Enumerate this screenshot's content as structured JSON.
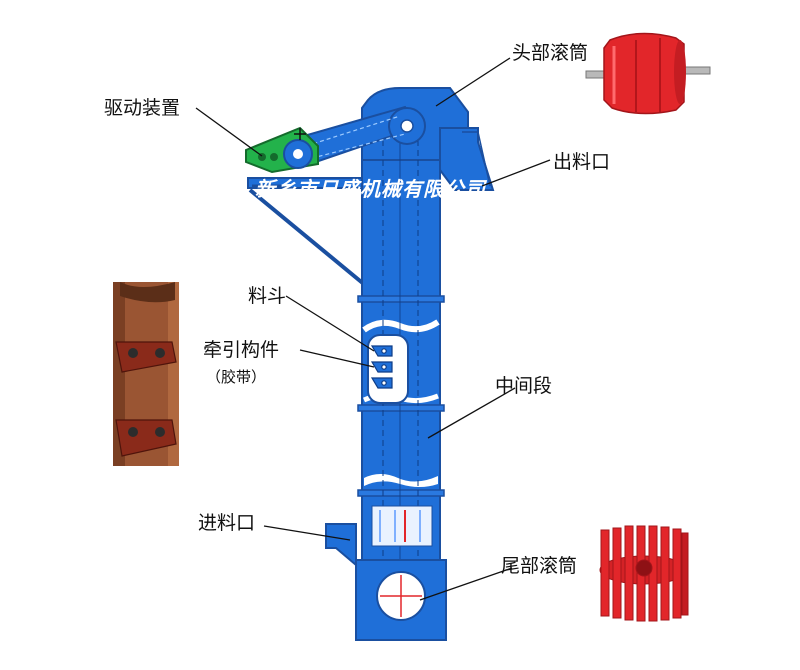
{
  "labels": {
    "head_pulley": "头部滚筒",
    "drive_unit": "驱动装置",
    "discharge": "出料口",
    "bucket": "料斗",
    "traction_member": "牵引构件",
    "traction_member_note": "（胶带）",
    "middle_section": "中间段",
    "inlet": "进料口",
    "tail_pulley": "尾部滚筒"
  },
  "watermark": "新乡市日盛机械有限公司",
  "colors": {
    "machine_blue": "#1f6fd8",
    "outline_blue": "#1a4fa0",
    "drive_green": "#23b24b",
    "pulley_red": "#e2262a",
    "belt_brown": "#8a4a2a"
  },
  "icons": {
    "head_pulley_photo": "red-drum-pulley-icon",
    "tail_pulley_photo": "red-slatted-wing-pulley-icon",
    "belt_photo": "belt-with-buckets-icon"
  }
}
